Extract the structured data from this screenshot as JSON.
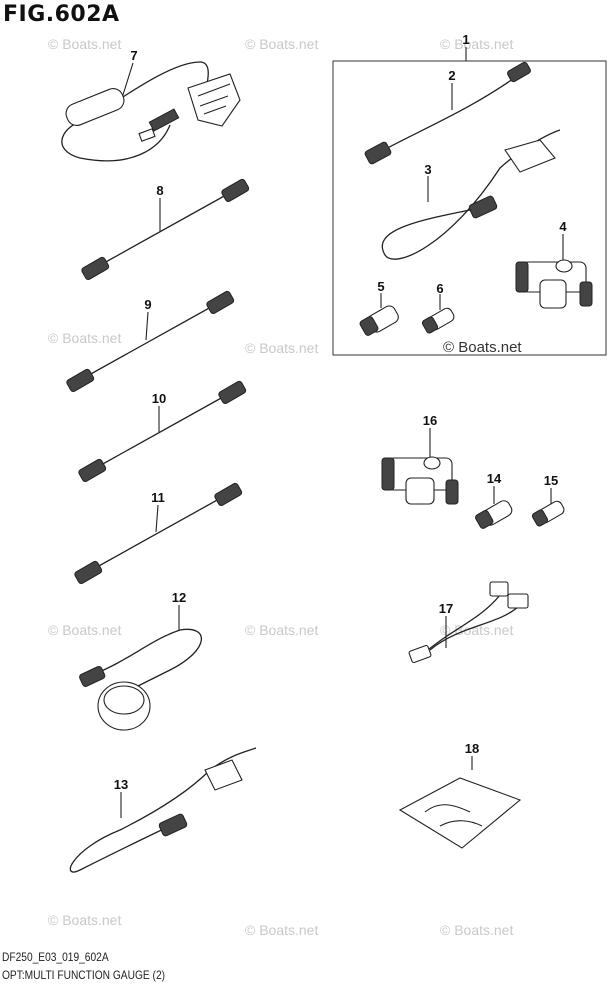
{
  "figure": {
    "title": "FIG.602A",
    "model_code": "DF250_E03_019_602A",
    "description": "OPT:MULTI FUNCTION GAUGE (2)"
  },
  "watermark": "© Boats.net",
  "callouts": [
    "1",
    "2",
    "3",
    "4",
    "5",
    "6",
    "7",
    "8",
    "9",
    "10",
    "11",
    "12",
    "13",
    "14",
    "15",
    "16",
    "17",
    "18"
  ]
}
